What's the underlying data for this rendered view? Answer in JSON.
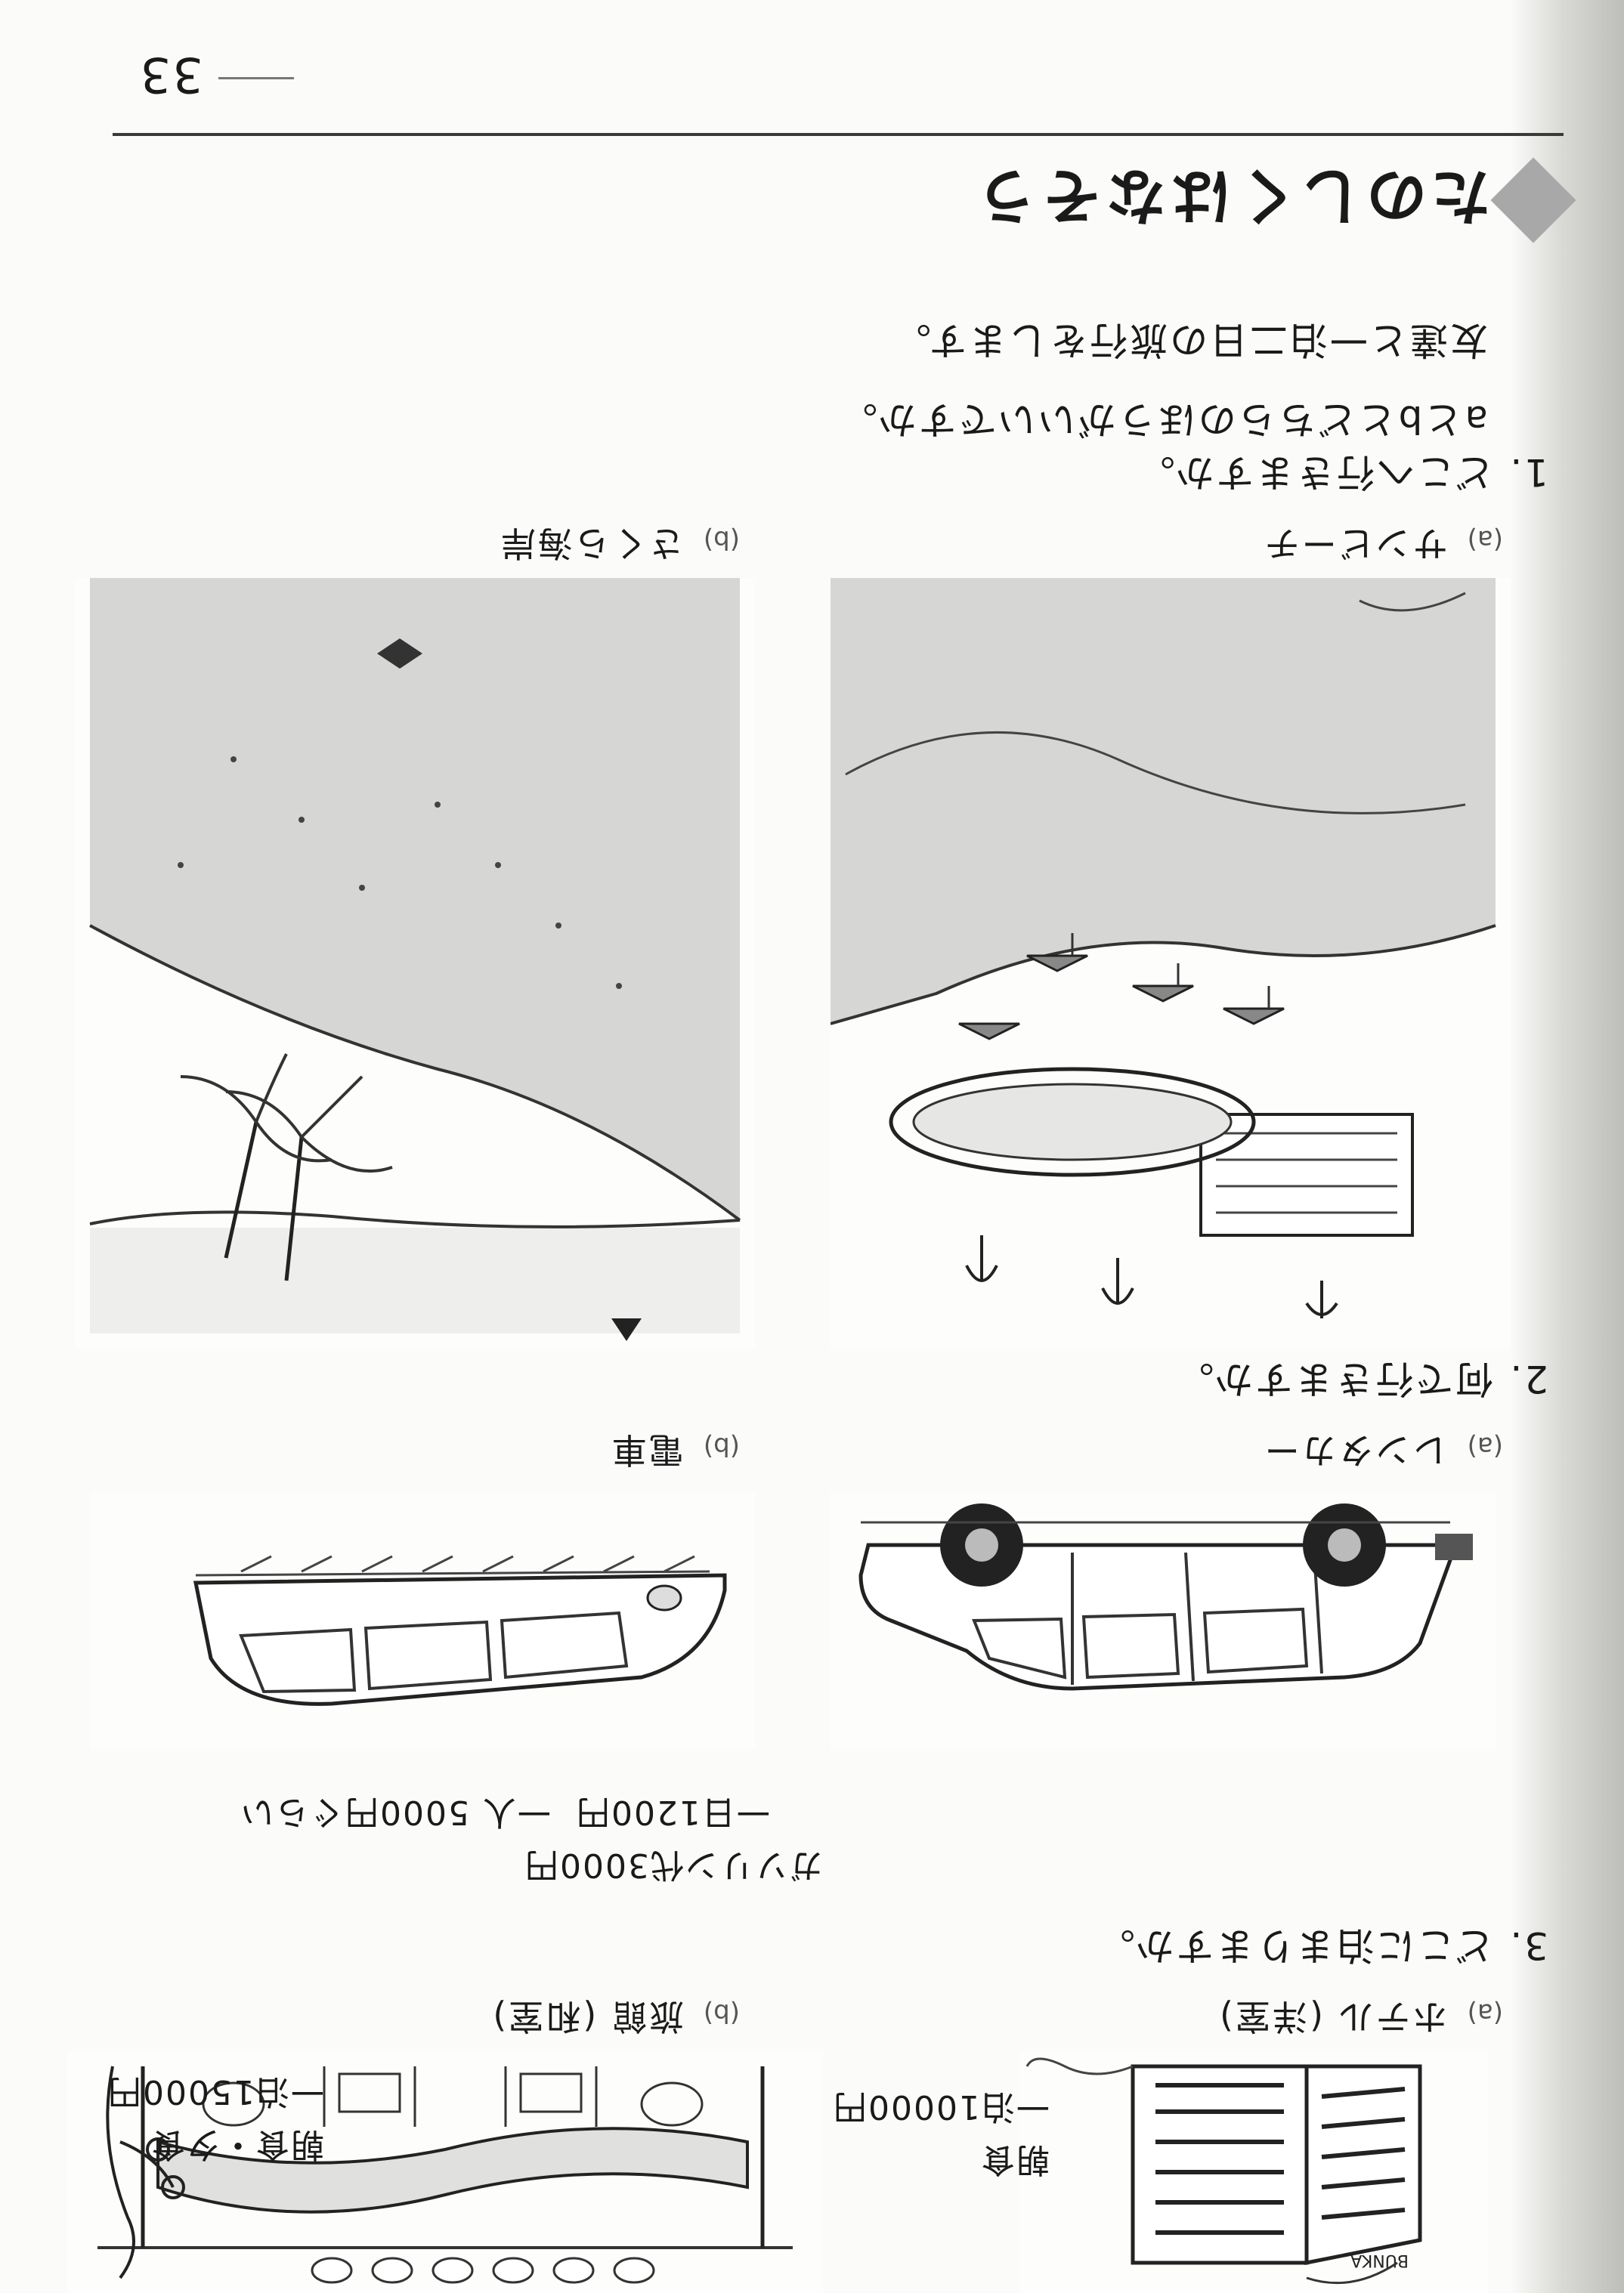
{
  "page": {
    "number": "33",
    "section_title": "たのしくはなそう",
    "intro_lines": [
      "友達と一泊二日の旅行をします。",
      "aとbとどちらのほうがいいですか。"
    ]
  },
  "questions": [
    {
      "number": "1.",
      "text": "どこへ行きますか。",
      "option_a": {
        "marker": "(a)",
        "label": "サンビーチ"
      },
      "option_b": {
        "marker": "(b)",
        "label": "さくら海岸"
      }
    },
    {
      "number": "2.",
      "text": "何で行きますか。",
      "option_a": {
        "marker": "(a)",
        "label": "レンタカー",
        "details": [
          "一日1200円",
          "ガソリン代3000円"
        ]
      },
      "option_b": {
        "marker": "(b)",
        "label": "電車",
        "details": [
          "一人 5000円ぐらい"
        ]
      }
    },
    {
      "number": "3.",
      "text": "どこに泊まりますか。",
      "option_a": {
        "marker": "(a)",
        "label": "ホテル (洋室)",
        "details": [
          "一泊10000円",
          "朝食"
        ]
      },
      "option_b": {
        "marker": "(b)",
        "label": "旅館 (和室)",
        "details": [
          "一泊15000円",
          "朝食・夕食"
        ]
      }
    }
  ],
  "illustrations": {
    "hotel_sign": "BUNKA"
  },
  "colors": {
    "ink": "#1a1a1a",
    "accent_gray": "#a8a8a8",
    "sea_gray": "#d6d6d4",
    "paper": "#fbfbf9"
  }
}
